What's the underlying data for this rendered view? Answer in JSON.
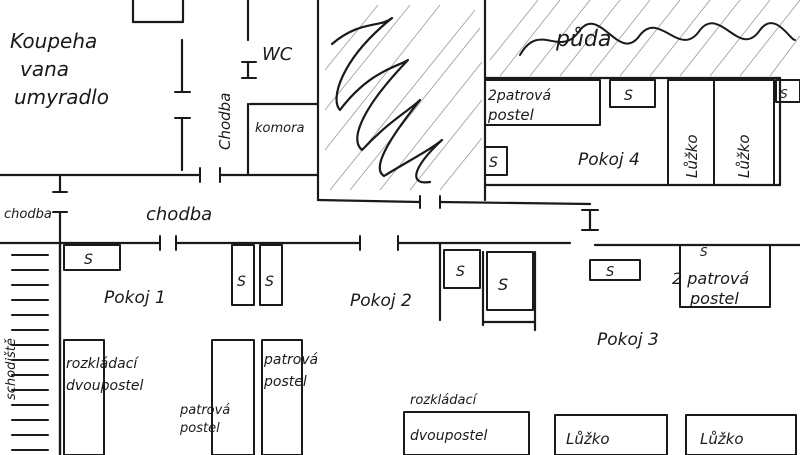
{
  "rooms": {
    "koupelna_line1": "Koupeha",
    "koupelna_line2": "vana",
    "koupelna_line3": "umyradlo",
    "wc": "WC",
    "komora": "komora",
    "chodba_vertical": "Chodba",
    "chodba_left": "chodba",
    "chodba_main": "chodba",
    "puda": "půda",
    "pokoj1": "Pokoj 1",
    "pokoj2": "Pokoj 2",
    "pokoj3": "Pokoj 3",
    "pokoj4": "Pokoj 4",
    "schodiste": "schodiště"
  },
  "furniture": {
    "patrova_postel_4_line1": "2patrová",
    "patrova_postel_4_line2": "postel",
    "luzko_a": "Lůžko",
    "luzko_b": "Lůžko",
    "patrova_postel_3_line1": "2 patrová",
    "patrova_postel_3_line2": "postel",
    "rozkladaci_1_line1": "rozkládací",
    "rozkladaci_1_line2": "dvoupostel",
    "patrova_1_line1": "patrová",
    "patrova_1_line2": "postel",
    "patrova_2_line1": "patrová",
    "patrova_2_line2": "postel",
    "rozkladaci_2_line1": "rozkládací",
    "rozkladaci_2_line2": "dvoupostel",
    "luzko_c": "Lůžko",
    "luzko_d": "Lůžko",
    "skrin": "S"
  },
  "colors": {
    "ink": "#1a1a1a",
    "paper": "#ffffff"
  }
}
